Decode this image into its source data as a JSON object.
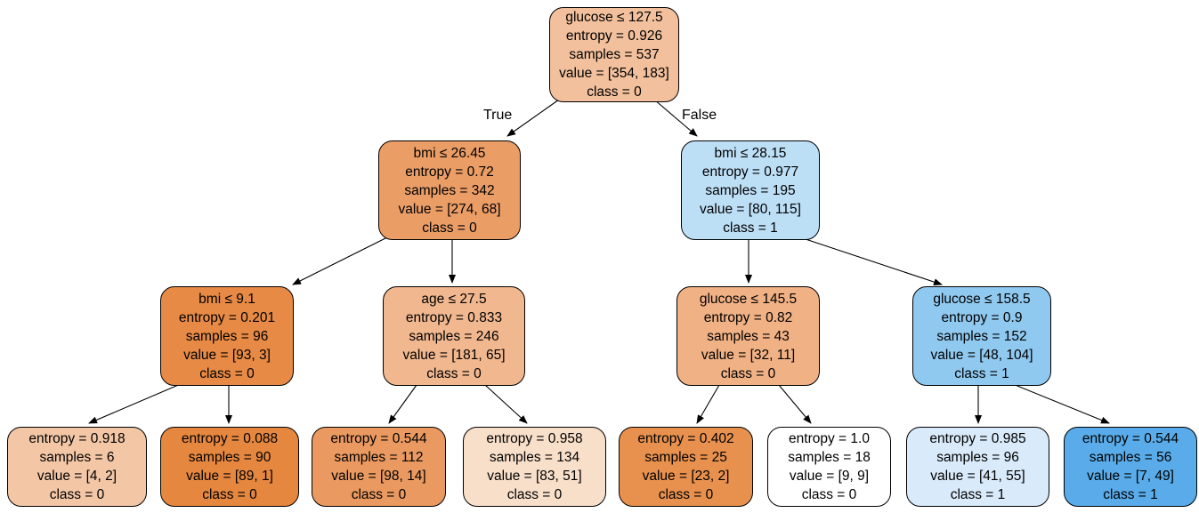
{
  "diagram": {
    "type": "decision-tree",
    "edge_labels": {
      "true_branch": "True",
      "false_branch": "False"
    },
    "class_colors": {
      "class_0": "#e58139",
      "class_1": "#399de5"
    },
    "nodes": [
      {
        "name": "root",
        "condition": "glucose ≤ 127.5",
        "entropy": "entropy = 0.926",
        "samples": "samples = 537",
        "value": "value = [354, 183]",
        "class_label": "class = 0",
        "fill": "#f2c09c"
      },
      {
        "name": "depth1-left",
        "condition": "bmi ≤ 26.45",
        "entropy": "entropy = 0.72",
        "samples": "samples = 342",
        "value": "value = [274, 68]",
        "class_label": "class = 0",
        "fill": "#eb9d66"
      },
      {
        "name": "depth1-right",
        "condition": "bmi ≤ 28.15",
        "entropy": "entropy = 0.977",
        "samples": "samples = 195",
        "value": "value = [80, 115]",
        "class_label": "class = 1",
        "fill": "#bddff6"
      },
      {
        "name": "depth2-ll",
        "condition": "bmi ≤ 9.1",
        "entropy": "entropy = 0.201",
        "samples": "samples = 96",
        "value": "value = [93, 3]",
        "class_label": "class = 0",
        "fill": "#e78a45"
      },
      {
        "name": "depth2-lr",
        "condition": "age ≤ 27.5",
        "entropy": "entropy = 0.833",
        "samples": "samples = 246",
        "value": "value = [181, 65]",
        "class_label": "class = 0",
        "fill": "#f1b78e"
      },
      {
        "name": "depth2-rl",
        "condition": "glucose ≤ 145.5",
        "entropy": "entropy = 0.82",
        "samples": "samples = 43",
        "value": "value = [32, 11]",
        "class_label": "class = 0",
        "fill": "#f0b184"
      },
      {
        "name": "depth2-rr",
        "condition": "glucose ≤ 158.5",
        "entropy": "entropy = 0.9",
        "samples": "samples = 152",
        "value": "value = [48, 104]",
        "class_label": "class = 1",
        "fill": "#90c9f0"
      },
      {
        "name": "leaf-1",
        "entropy": "entropy = 0.918",
        "samples": "samples = 6",
        "value": "value = [4, 2]",
        "class_label": "class = 0",
        "fill": "#f3c7a6"
      },
      {
        "name": "leaf-2",
        "entropy": "entropy = 0.088",
        "samples": "samples = 90",
        "value": "value = [89, 1]",
        "class_label": "class = 0",
        "fill": "#e6873f"
      },
      {
        "name": "leaf-3",
        "entropy": "entropy = 0.544",
        "samples": "samples = 112",
        "value": "value = [98, 14]",
        "class_label": "class = 0",
        "fill": "#ea9a60"
      },
      {
        "name": "leaf-4",
        "entropy": "entropy = 0.958",
        "samples": "samples = 134",
        "value": "value = [83, 51]",
        "class_label": "class = 0",
        "fill": "#f8dfca"
      },
      {
        "name": "leaf-5",
        "entropy": "entropy = 0.402",
        "samples": "samples = 25",
        "value": "value = [23, 2]",
        "class_label": "class = 0",
        "fill": "#e8914e"
      },
      {
        "name": "leaf-6",
        "entropy": "entropy = 1.0",
        "samples": "samples = 18",
        "value": "value = [9, 9]",
        "class_label": "class = 0",
        "fill": "#ffffff"
      },
      {
        "name": "leaf-7",
        "entropy": "entropy = 0.985",
        "samples": "samples = 96",
        "value": "value = [41, 55]",
        "class_label": "class = 1",
        "fill": "#d9eafa"
      },
      {
        "name": "leaf-8",
        "entropy": "entropy = 0.544",
        "samples": "samples = 56",
        "value": "value = [7, 49]",
        "class_label": "class = 1",
        "fill": "#59ace9"
      }
    ],
    "edges": [
      {
        "from": "root",
        "to": "depth1-left",
        "label": "True"
      },
      {
        "from": "root",
        "to": "depth1-right",
        "label": "False"
      },
      {
        "from": "depth1-left",
        "to": "depth2-ll"
      },
      {
        "from": "depth1-left",
        "to": "depth2-lr"
      },
      {
        "from": "depth1-right",
        "to": "depth2-rl"
      },
      {
        "from": "depth1-right",
        "to": "depth2-rr"
      },
      {
        "from": "depth2-ll",
        "to": "leaf-1"
      },
      {
        "from": "depth2-ll",
        "to": "leaf-2"
      },
      {
        "from": "depth2-lr",
        "to": "leaf-3"
      },
      {
        "from": "depth2-lr",
        "to": "leaf-4"
      },
      {
        "from": "depth2-rl",
        "to": "leaf-5"
      },
      {
        "from": "depth2-rl",
        "to": "leaf-6"
      },
      {
        "from": "depth2-rr",
        "to": "leaf-7"
      },
      {
        "from": "depth2-rr",
        "to": "leaf-8"
      }
    ]
  }
}
